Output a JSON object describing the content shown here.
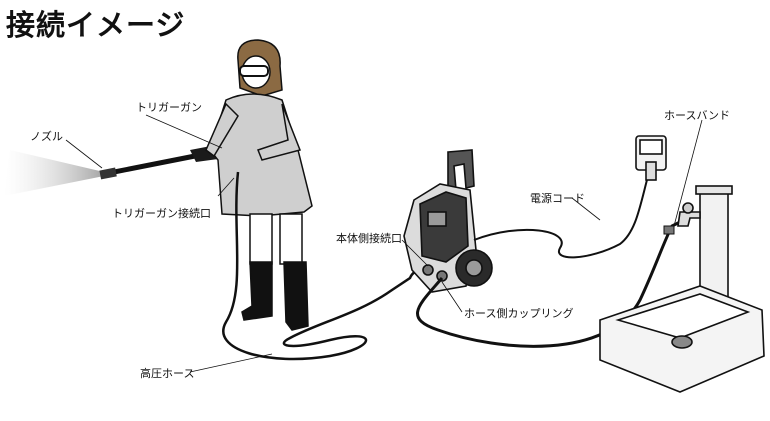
{
  "title": "接続イメージ",
  "labels": {
    "trigger_gun": "トリガーガン",
    "nozzle": "ノズル",
    "trigger_gun_port": "トリガーガン接続口",
    "body_port": "本体側接続口",
    "hose_coupling": "ホース側カップリング",
    "power_cord": "電源コード",
    "hose_band": "ホースバンド",
    "high_pressure_hose": "高圧ホース"
  }
}
